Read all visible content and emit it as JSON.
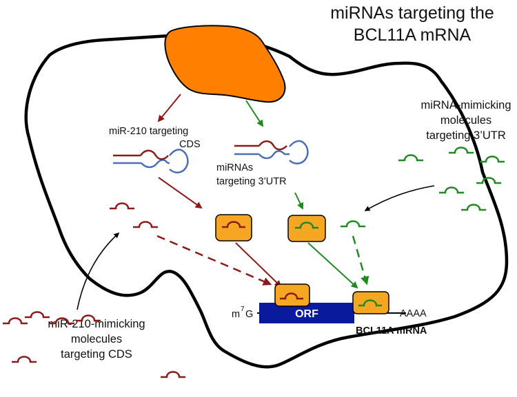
{
  "title": {
    "line1": "miRNAs targeting the",
    "line2": "BCL11A mRNA"
  },
  "labels": {
    "mir210_cds_line1": "miR-210  targeting",
    "mir210_cds_line2": "CDS",
    "mirnas_utr_line1": "miRNAs",
    "mirnas_utr_line2": "targeting 3’UTR",
    "mimic_utr_line1": "miRNA-mimicking",
    "mimic_utr_line2": "molecules",
    "mimic_utr_line3": "targeting 3’UTR",
    "mimic_cds_line1": "miR-210-mimicking",
    "mimic_cds_line2": "molecules",
    "mimic_cds_line3": "targeting CDS",
    "cap_m": "m",
    "cap_sup": "7",
    "cap_g": "G",
    "orf": "ORF",
    "polya": "AAAA",
    "mrna_name": "BCL11A mRNA"
  },
  "colors": {
    "cds_path": "#8b1a1a",
    "utr_path": "#1f8a1f",
    "nucleus": "#ff7f00",
    "risc": "#f5a623",
    "orf_box": "#0a1a9c",
    "hairpin_blue": "#4a6fb5",
    "membrane": "#000000"
  },
  "icons": {
    "cds_mimic": "red-mirna-arc-icon",
    "utr_mimic": "green-mirna-arc-icon",
    "pre_mirna": "hairpin-precursor-icon",
    "risc_complex": "risc-complex-icon"
  }
}
